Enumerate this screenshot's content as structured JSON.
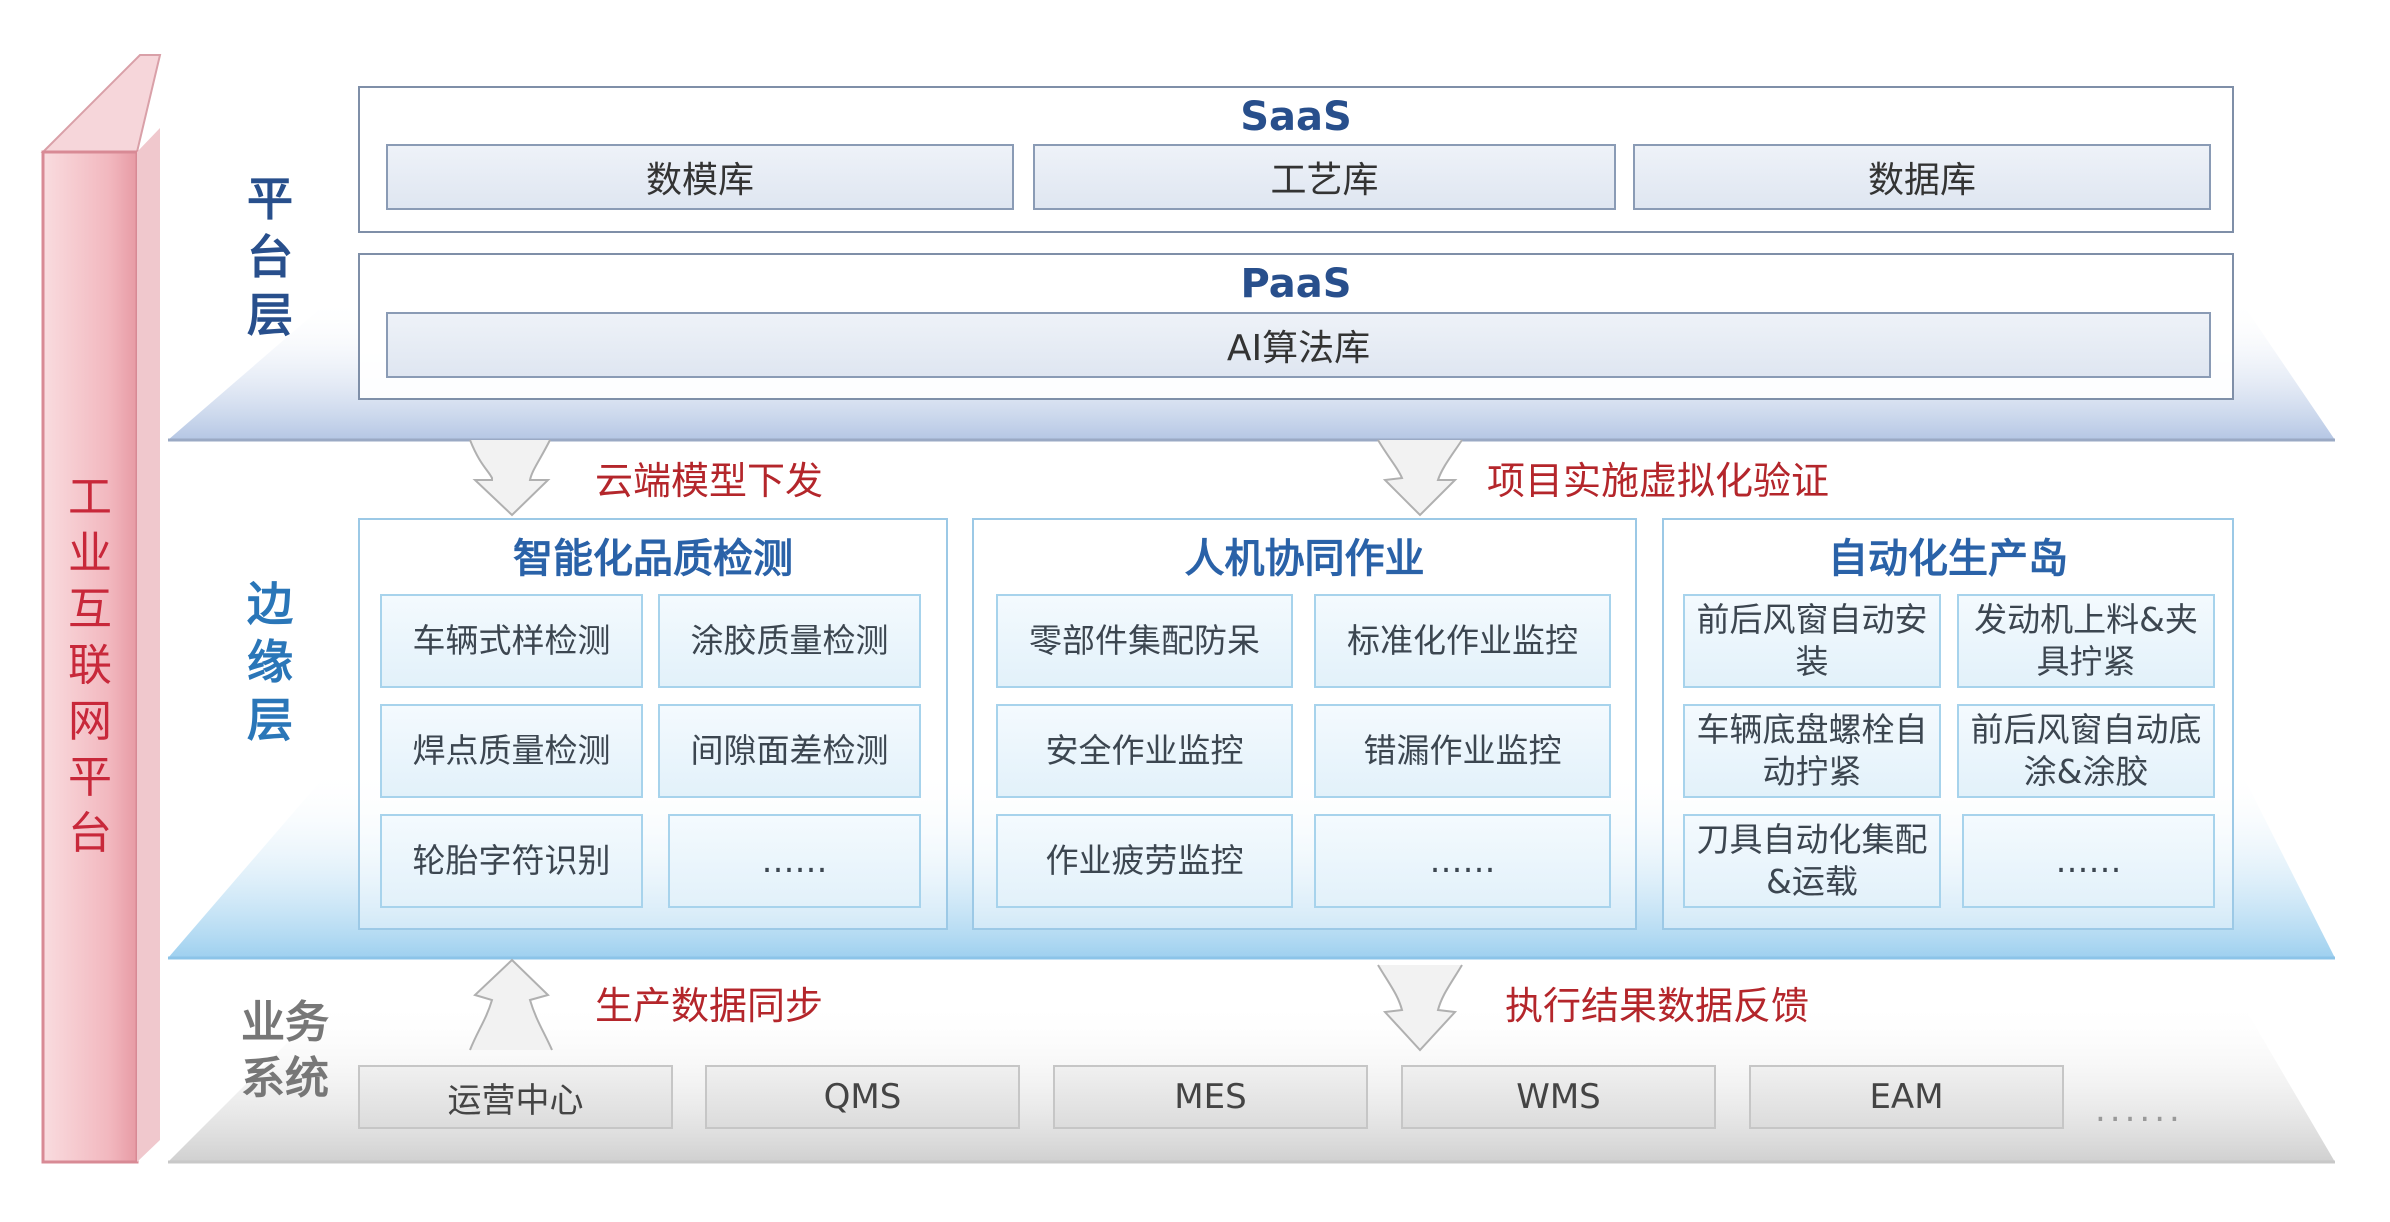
{
  "pillar": {
    "label": "工业互联网平台"
  },
  "platform_layer": {
    "title": "平台层",
    "saas": {
      "title": "SaaS",
      "items": [
        "数模库",
        "工艺库",
        "数据库"
      ]
    },
    "paas": {
      "title": "PaaS",
      "items": [
        "AI算法库"
      ]
    }
  },
  "flows_top": {
    "left": "云端模型下发",
    "right": "项目实施虚拟化验证"
  },
  "edge_layer": {
    "title": "边缘层",
    "sections": [
      {
        "title": "智能化品质检测",
        "items": [
          "车辆式样检测",
          "涂胶质量检测",
          "焊点质量检测",
          "间隙面差检测",
          "轮胎字符识别",
          "……"
        ]
      },
      {
        "title": "人机协同作业",
        "items": [
          "零部件集配防呆",
          "标准化作业监控",
          "安全作业监控",
          "错漏作业监控",
          "作业疲劳监控",
          "……"
        ]
      },
      {
        "title": "自动化生产岛",
        "items": [
          "前后风窗自动安装",
          "发动机上料&夹具拧紧",
          "车辆底盘螺栓自动拧紧",
          "前后风窗自动底涂&涂胶",
          "刀具自动化集配&运载",
          "……"
        ]
      }
    ]
  },
  "flows_bottom": {
    "left": "生产数据同步",
    "right": "执行结果数据反馈"
  },
  "business_layer": {
    "title": "业务系统",
    "systems": [
      "运营中心",
      "QMS",
      "MES",
      "WMS",
      "EAM"
    ],
    "more": "......"
  },
  "colors": {
    "pillar": "#c8283a",
    "platform_text": "#284f8c",
    "edge_text": "#2a62a8",
    "flow_text": "#b4262b"
  }
}
